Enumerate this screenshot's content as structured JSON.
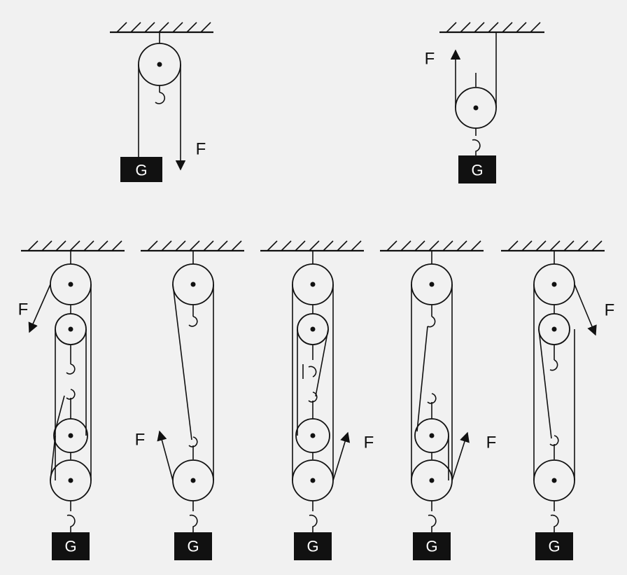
{
  "diagram": {
    "load_label": "G",
    "force_label": "F",
    "pulley_systems": [
      {
        "id": "fixed-single"
      },
      {
        "id": "movable-single"
      },
      {
        "id": "block-1"
      },
      {
        "id": "block-2"
      },
      {
        "id": "block-3"
      },
      {
        "id": "block-4"
      },
      {
        "id": "block-5"
      }
    ]
  }
}
